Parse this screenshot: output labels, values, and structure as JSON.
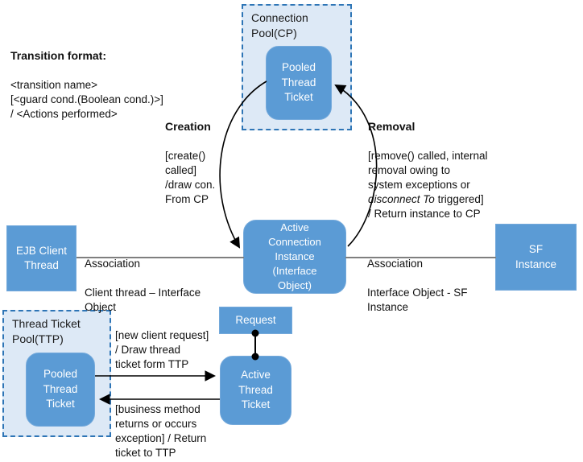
{
  "colors": {
    "state_fill": "#5b9bd5",
    "state_border": "#74a9db",
    "pool_fill": "#dde9f6",
    "pool_border": "#2e75b6",
    "association_line": "#7f7f7f",
    "transition_line": "#000000"
  },
  "legend": {
    "title": "Transition format:",
    "lines": "<transition name>\n[<guard cond.(Boolean cond.)>]\n/ <Actions performed>"
  },
  "pools": {
    "connection_pool": {
      "label": "Connection\nPool(CP)"
    },
    "thread_ticket_pool": {
      "label": "Thread Ticket\nPool(TTP)"
    }
  },
  "states": {
    "pooled_thread_ticket_cp": "Pooled\nThread\nTicket",
    "active_connection_instance": "Active\nConnection\nInstance\n(Interface\nObject)",
    "ejb_client_thread": "EJB Client\nThread",
    "sf_instance": "SF\nInstance",
    "pooled_thread_ticket_ttp": "Pooled\nThread\nTicket",
    "request": "Request",
    "active_thread_ticket": "Active\nThread\nTicket"
  },
  "transitions": {
    "creation": {
      "title": "Creation",
      "detail": "[create()\ncalled]\n/draw con.\nFrom CP"
    },
    "removal": {
      "title": "Removal",
      "detail_before": "[remove() called, internal\nremoval owing to\nsystem exceptions or\n",
      "italic": "disconnect To",
      "detail_after": " triggered]\n/ Return instance to CP"
    },
    "draw_ticket": {
      "label": "[new client request]\n/ Draw thread\nticket form TTP"
    },
    "return_ticket": {
      "label": "[business method\nreturns or occurs\nexception] / Return\nticket to TTP"
    }
  },
  "associations": {
    "client_interface": {
      "title": "Association",
      "detail": "Client thread – Interface\nObject"
    },
    "interface_sf": {
      "title": "Association",
      "detail": "Interface Object - SF\nInstance"
    }
  }
}
